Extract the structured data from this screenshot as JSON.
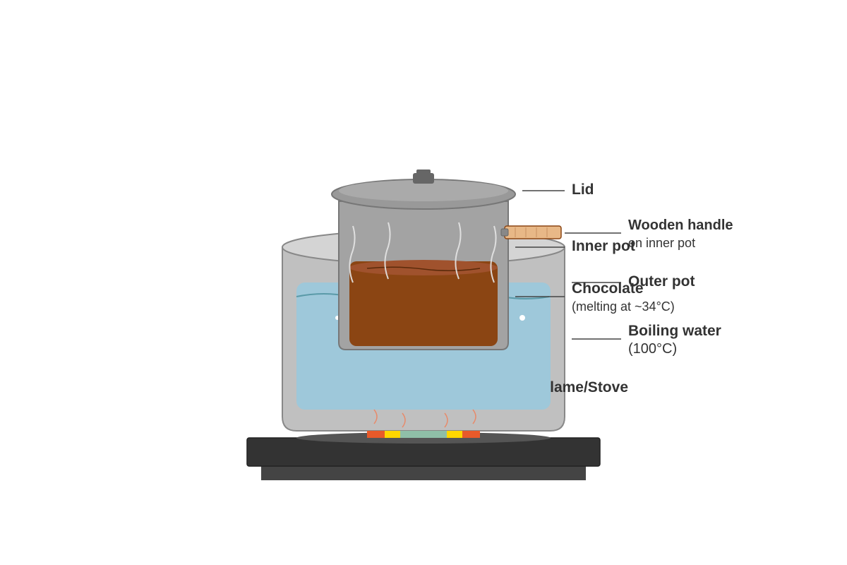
{
  "colors": {
    "water": "#9ec8da",
    "outer_pot": "#c0c0c0",
    "inner_pot": "#a3a3a3",
    "chocolate": "#8b4513",
    "handle": "#e8b887",
    "stove": "#333333",
    "flame_outer": "#e85a2a",
    "flame_mid": "#ffd700",
    "flame_inner": "#8fbfa8",
    "label_text": "#333333"
  },
  "labels": {
    "lid": "Lid",
    "wooden_handle": "Wooden handle",
    "wooden_handle_sub": "on inner pot",
    "inner_pot": "Inner pot",
    "outer_pot": "Outer pot",
    "chocolate": "Chocolate",
    "chocolate_sub": "(melting at ~34°C)",
    "boiling_water": "Boiling water",
    "boiling_water_sub": "(100°C)",
    "flame_stove": "Flame/Stove"
  }
}
